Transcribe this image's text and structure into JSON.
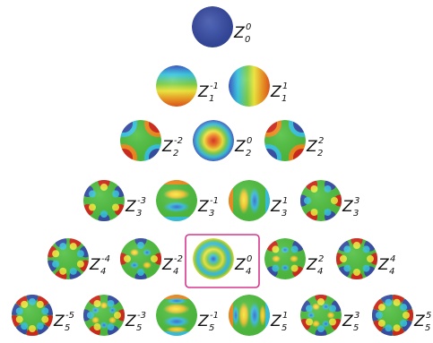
{
  "title": "",
  "highlight_color": "#d6368c",
  "colormap": [
    "#3a4fa8",
    "#39c6e0",
    "#4fbf3f",
    "#f2ef3c",
    "#f28c1e",
    "#d42a1e"
  ],
  "terms": [
    {
      "id": "z-0-0",
      "label": "Z",
      "n": "0",
      "m": "0",
      "pattern": "piston"
    },
    {
      "id": "z-1-m1",
      "label": "Z",
      "n": "1",
      "m": "-1",
      "pattern": "tilt-vertical"
    },
    {
      "id": "z-1-p1",
      "label": "Z",
      "n": "1",
      "m": "1",
      "pattern": "tilt-horizontal"
    },
    {
      "id": "z-2-m2",
      "label": "Z",
      "n": "2",
      "m": "-2",
      "pattern": "astig-oblique"
    },
    {
      "id": "z-2-0",
      "label": "Z",
      "n": "2",
      "m": "0",
      "pattern": "defocus"
    },
    {
      "id": "z-2-p2",
      "label": "Z",
      "n": "2",
      "m": "2",
      "pattern": "astig-vertical"
    },
    {
      "id": "z-3-m3",
      "label": "Z",
      "n": "3",
      "m": "-3",
      "pattern": "trefoil"
    },
    {
      "id": "z-3-m1",
      "label": "Z",
      "n": "3",
      "m": "-1",
      "pattern": "coma-vertical"
    },
    {
      "id": "z-3-p1",
      "label": "Z",
      "n": "3",
      "m": "1",
      "pattern": "coma-horizontal"
    },
    {
      "id": "z-3-p3",
      "label": "Z",
      "n": "3",
      "m": "3",
      "pattern": "trefoil"
    },
    {
      "id": "z-4-m4",
      "label": "Z",
      "n": "4",
      "m": "-4",
      "pattern": "quadrafoil"
    },
    {
      "id": "z-4-m2",
      "label": "Z",
      "n": "4",
      "m": "-2",
      "pattern": "sec-astig"
    },
    {
      "id": "z-4-0",
      "label": "Z",
      "n": "4",
      "m": "0",
      "pattern": "spherical",
      "highlighted": true
    },
    {
      "id": "z-4-p2",
      "label": "Z",
      "n": "4",
      "m": "2",
      "pattern": "sec-astig"
    },
    {
      "id": "z-4-p4",
      "label": "Z",
      "n": "4",
      "m": "4",
      "pattern": "quadrafoil"
    },
    {
      "id": "z-5-m5",
      "label": "Z",
      "n": "5",
      "m": "-5",
      "pattern": "pentafoil"
    },
    {
      "id": "z-5-m3",
      "label": "Z",
      "n": "5",
      "m": "-3",
      "pattern": "sec-trefoil"
    },
    {
      "id": "z-5-m1",
      "label": "Z",
      "n": "5",
      "m": "-1",
      "pattern": "sec-coma-vertical"
    },
    {
      "id": "z-5-p1",
      "label": "Z",
      "n": "5",
      "m": "1",
      "pattern": "sec-coma-horizontal"
    },
    {
      "id": "z-5-p3",
      "label": "Z",
      "n": "5",
      "m": "3",
      "pattern": "sec-trefoil"
    },
    {
      "id": "z-5-p5",
      "label": "Z",
      "n": "5",
      "m": "5",
      "pattern": "pentafoil"
    }
  ]
}
